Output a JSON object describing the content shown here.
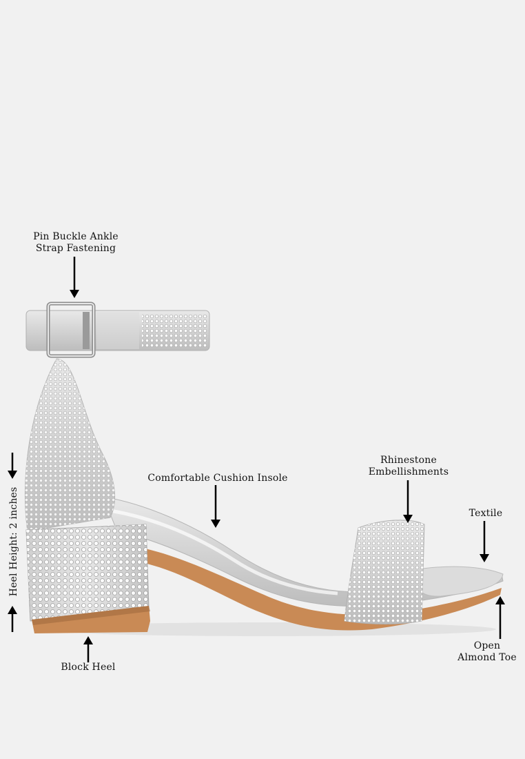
{
  "annotations": {
    "buckle": [
      "Pin Buckle Ankle",
      "Strap Fastening"
    ],
    "insole": "Comfortable Cushion Insole",
    "rhinestone": [
      "Rhinestone",
      "Embellishments"
    ],
    "textile": "Textile",
    "toe": [
      "Open",
      "Almond Toe"
    ],
    "heel": "Block Heel",
    "heel_height": "Heel Height: 2 inches"
  },
  "colors": {
    "background": "#f1f1f1",
    "silver": "#d8d8d8",
    "outsole": "#c98a55"
  }
}
